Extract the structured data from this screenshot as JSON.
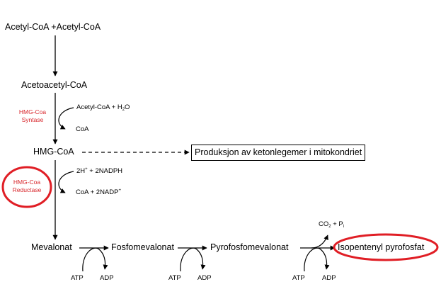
{
  "colors": {
    "ink": "#000000",
    "enzyme_text": "#d8262b",
    "highlight_ring": "#e01e25"
  },
  "metabolites": {
    "acetyl_coa_pair": "Acetyl-CoA +Acetyl-CoA",
    "acetoacetyl_coa": "Acetoacetyl-CoA",
    "hmg_coa": "HMG-CoA",
    "mevalonat": "Mevalonat",
    "fosfomevalonat": "Fosfomevalonat",
    "pyrofosfomevalonat": "Pyrofosfomevalonat",
    "isopentenyl_pyrofosfat": "Isopentenyl pyrofosfat"
  },
  "enzymes": {
    "synthase_line1": "HMG-Coa",
    "synthase_line2": "Syntase",
    "reductase_line1": "HMG-Coa",
    "reductase_line2": "Reductase"
  },
  "cofactors": {
    "synthase_in": "Acetyl-CoA + H",
    "synthase_in_sub": "2",
    "synthase_in_tail": "O",
    "synthase_out": "CoA",
    "reductase_in_a": "2H",
    "reductase_in_sup": "+",
    "reductase_in_b": " + 2NADPH",
    "reductase_out_a": "CoA + 2NADP",
    "reductase_out_sup": "+",
    "step_in": "ATP",
    "step_out": "ADP",
    "final_out_a": "CO",
    "final_out_sub": "2",
    "final_out_b": " + P",
    "final_out_sub2": "i"
  },
  "side_branch": {
    "label": "Produksjon av ketonlegemer i mitokondriet"
  }
}
